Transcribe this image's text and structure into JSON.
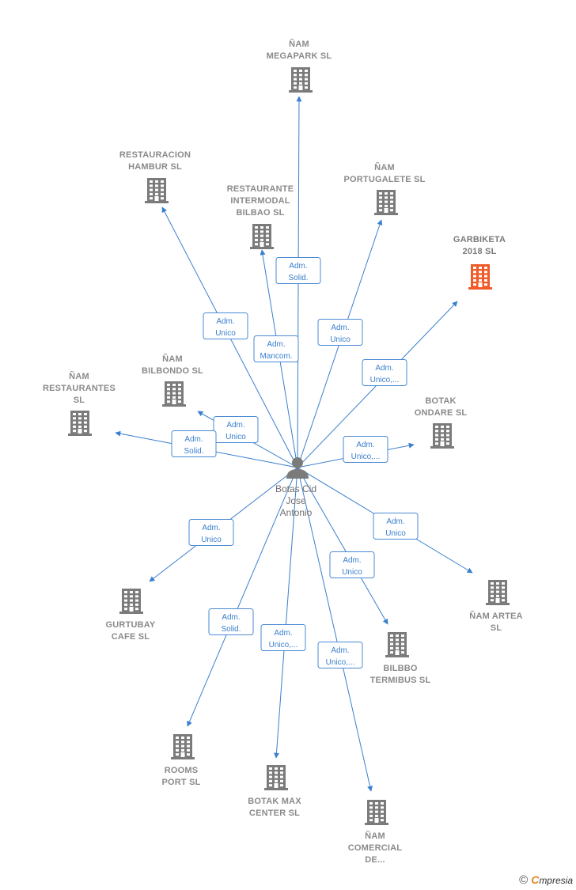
{
  "person": {
    "name_lines": [
      "Botas Cid",
      "Jose",
      "Antonio"
    ]
  },
  "colors": {
    "edge": "#3a7fce",
    "building": "#7b7b7b",
    "building_highlight": "#f05a28"
  },
  "companies": [
    {
      "lines": [
        "ÑAM",
        "MEGAPARK  SL"
      ],
      "role": [
        "Adm.",
        "Solid."
      ],
      "highlight": false
    },
    {
      "lines": [
        "RESTAURACION",
        "HAMBUR SL"
      ],
      "role": [
        "Adm.",
        "Unico"
      ],
      "highlight": false
    },
    {
      "lines": [
        "RESTAURANTE",
        "INTERMODAL",
        "BILBAO  SL"
      ],
      "role": [
        "Adm.",
        "Mancom."
      ],
      "highlight": false
    },
    {
      "lines": [
        "ÑAM",
        "PORTUGALETE SL"
      ],
      "role": [
        "Adm.",
        "Unico"
      ],
      "highlight": false
    },
    {
      "lines": [
        "GARBIKETA",
        "2018  SL"
      ],
      "role": [
        "Adm.",
        "Unico,..."
      ],
      "highlight": true
    },
    {
      "lines": [
        "ÑAM",
        "BILBONDO  SL"
      ],
      "role": [
        "Adm.",
        "Unico"
      ],
      "highlight": false
    },
    {
      "lines": [
        "ÑAM",
        "RESTAURANTES",
        "SL"
      ],
      "role": [
        "Adm.",
        "Solid."
      ],
      "highlight": false
    },
    {
      "lines": [
        "BOTAK",
        "ONDARE  SL"
      ],
      "role": [
        "Adm.",
        "Unico,..."
      ],
      "highlight": false
    },
    {
      "lines": [
        "GURTUBAY",
        "CAFE  SL"
      ],
      "role": [
        "Adm.",
        "Unico"
      ],
      "highlight": false
    },
    {
      "lines": [
        "ÑAM ARTEA",
        "SL"
      ],
      "role": [
        "Adm.",
        "Unico"
      ],
      "highlight": false
    },
    {
      "lines": [
        "BILBBO",
        "TERMIBUS  SL"
      ],
      "role": [
        "Adm.",
        "Unico"
      ],
      "highlight": false
    },
    {
      "lines": [
        "ROOMS",
        "PORT  SL"
      ],
      "role": [
        "Adm.",
        "Solid."
      ],
      "highlight": false
    },
    {
      "lines": [
        "BOTAK MAX",
        "CENTER  SL"
      ],
      "role": [
        "Adm.",
        "Unico,..."
      ],
      "highlight": false
    },
    {
      "lines": [
        "ÑAM",
        "COMERCIAL",
        "DE..."
      ],
      "role": [
        "Adm.",
        "Unico,..."
      ],
      "highlight": false
    }
  ],
  "footer": {
    "copyright": "©",
    "brand_first": "C",
    "brand_rest": "mpresia"
  }
}
